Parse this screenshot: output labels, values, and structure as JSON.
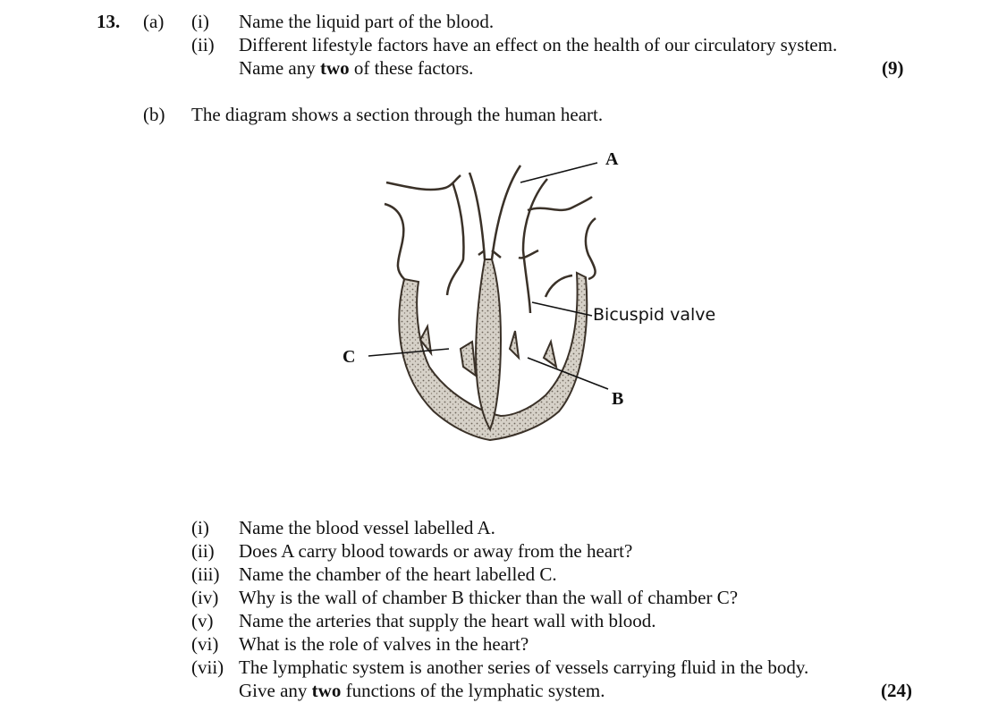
{
  "question": {
    "number": "13.",
    "part_a": {
      "label": "(a)",
      "items": [
        {
          "num": "(i)",
          "text": "Name the liquid part of the blood."
        },
        {
          "num": "(ii)",
          "text": "Different lifestyle factors have an effect on the health of our circulatory system."
        }
      ],
      "continuation": {
        "pre": "Name any ",
        "bold": "two",
        "post": " of these factors."
      },
      "marks": "(9)"
    },
    "part_b": {
      "label": "(b)",
      "intro": "The diagram shows a section through the human heart.",
      "diagram": {
        "labels": {
          "A": "A",
          "B": "B",
          "C": "C",
          "valve": "Bicuspid valve"
        }
      },
      "items": [
        {
          "num": "(i)",
          "text": "Name the blood vessel labelled A."
        },
        {
          "num": "(ii)",
          "text": "Does A carry blood towards or away from the heart?"
        },
        {
          "num": "(iii)",
          "text": "Name the chamber of the heart labelled C."
        },
        {
          "num": "(iv)",
          "text": "Why is the wall of chamber B thicker than the wall of chamber C?"
        },
        {
          "num": "(v)",
          "text": "Name the arteries that supply the heart wall with blood."
        },
        {
          "num": "(vi)",
          "text": "What is the role of valves in the heart?"
        },
        {
          "num": "(vii)",
          "text": "The lymphatic system is another series of vessels carrying fluid in the body."
        }
      ],
      "continuation": {
        "pre": "Give any ",
        "bold": "two",
        "post": " functions of the lymphatic system."
      },
      "marks": "(24)"
    }
  }
}
